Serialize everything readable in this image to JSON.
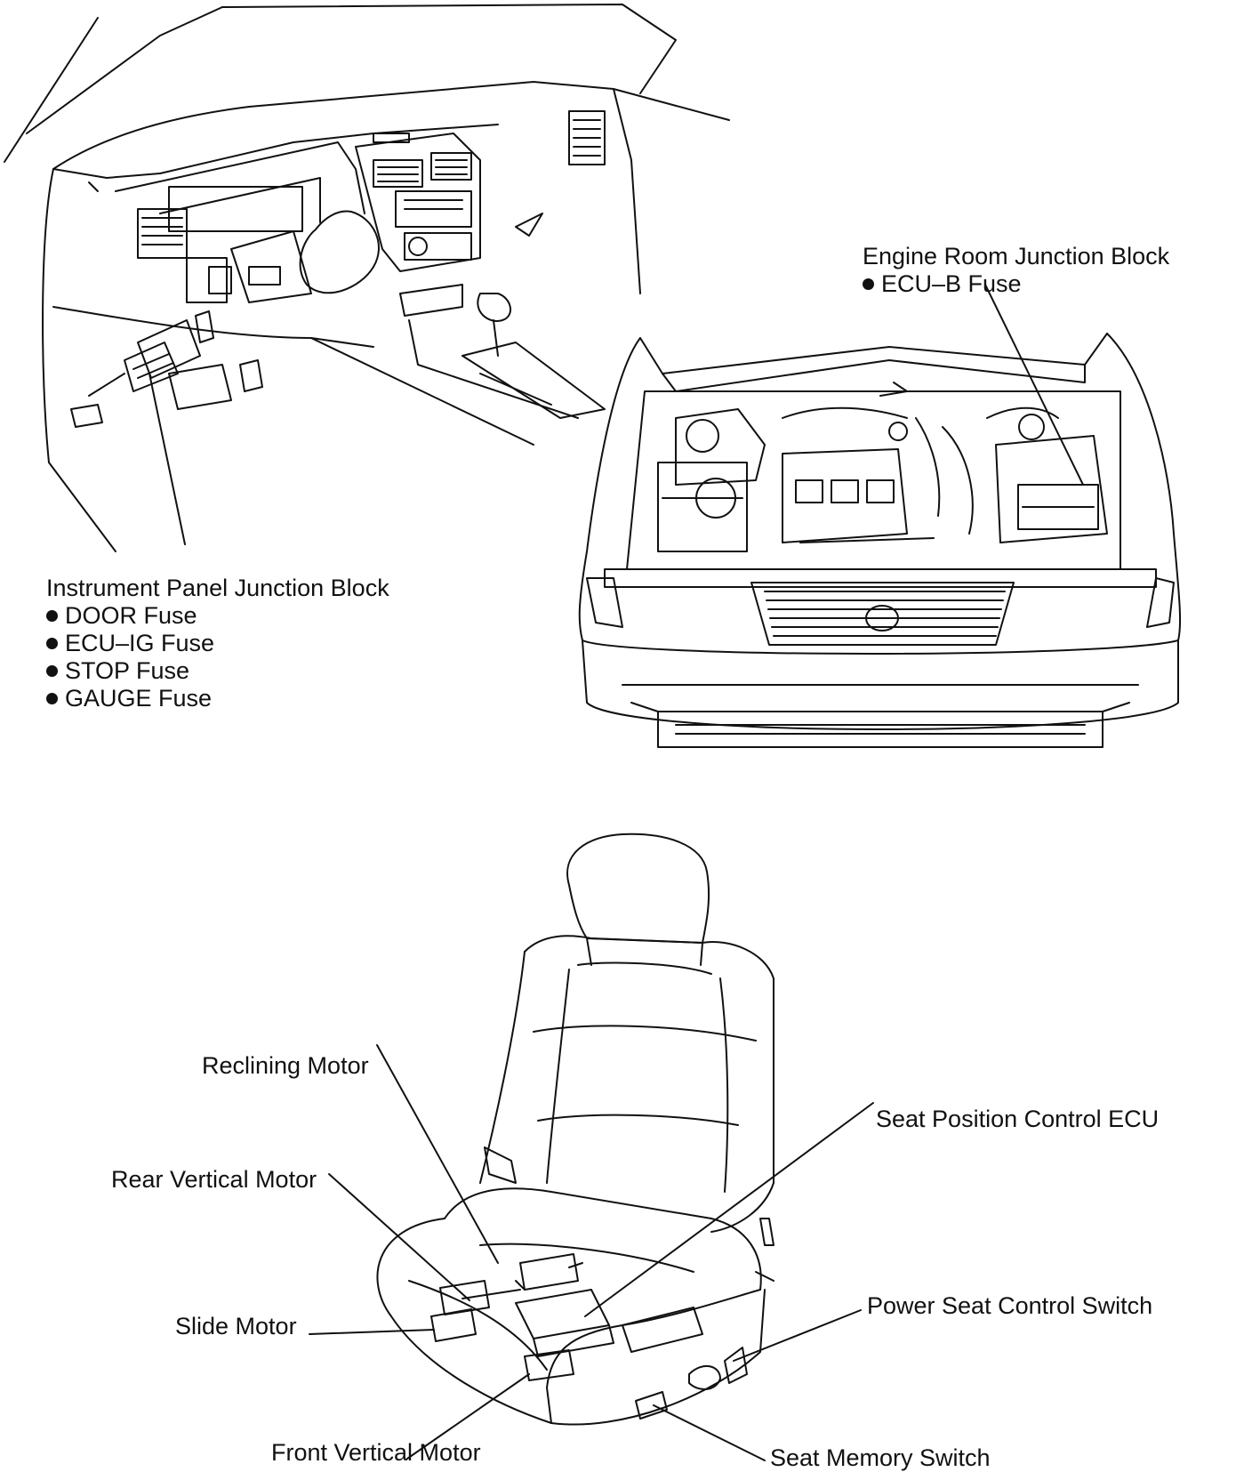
{
  "instrument_panel": {
    "title": "Instrument Panel Junction Block",
    "fuses": [
      "DOOR Fuse",
      "ECU–IG Fuse",
      "STOP Fuse",
      "GAUGE Fuse"
    ]
  },
  "engine_room": {
    "title": "Engine Room Junction Block",
    "fuses": [
      "ECU–B Fuse"
    ]
  },
  "seat_labels": {
    "reclining_motor": "Reclining Motor",
    "seat_position_control_ecu": "Seat Position Control ECU",
    "rear_vertical_motor": "Rear Vertical Motor",
    "slide_motor": "Slide Motor",
    "power_seat_control_switch": "Power Seat Control Switch",
    "front_vertical_motor": "Front Vertical Motor",
    "seat_memory_switch": "Seat Memory Switch"
  }
}
